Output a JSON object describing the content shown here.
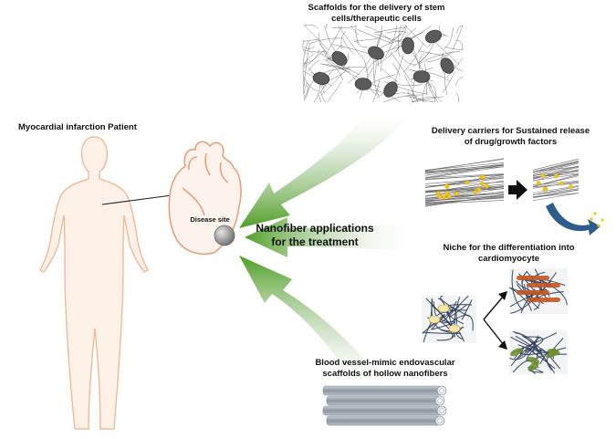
{
  "center_title": {
    "line1": "Nanofiber applications",
    "line2": "for the treatment"
  },
  "patient": {
    "label": "Myocardial infarction Patient",
    "disease_site": "Disease site"
  },
  "applications": {
    "scaffolds": {
      "line1": "Scaffolds for the delivery of stem",
      "line2": "cells/therapeutic cells"
    },
    "delivery": {
      "line1": "Delivery carriers for Sustained release",
      "line2": "of drug/growth factors"
    },
    "niche": {
      "line1": "Niche for the differentiation into",
      "line2": "cardiomyocyte"
    },
    "vessel": {
      "line1": "Blood vessel-mimic endovascular",
      "line2": "scaffolds of hollow nanofibers"
    }
  },
  "colors": {
    "arrow_green": "#3f9a14",
    "skin_outline": "#f2b58e",
    "skin_fill": "#fdf1e8",
    "heart_outline": "#e8a07a",
    "fiber_gray": "#555555",
    "particle_yellow": "#f5c518",
    "cell_orange": "#c8551f",
    "cell_green": "#6b8f2a",
    "release_blue": "#2f5d8a",
    "tube_gray": "#9aa3ad"
  }
}
